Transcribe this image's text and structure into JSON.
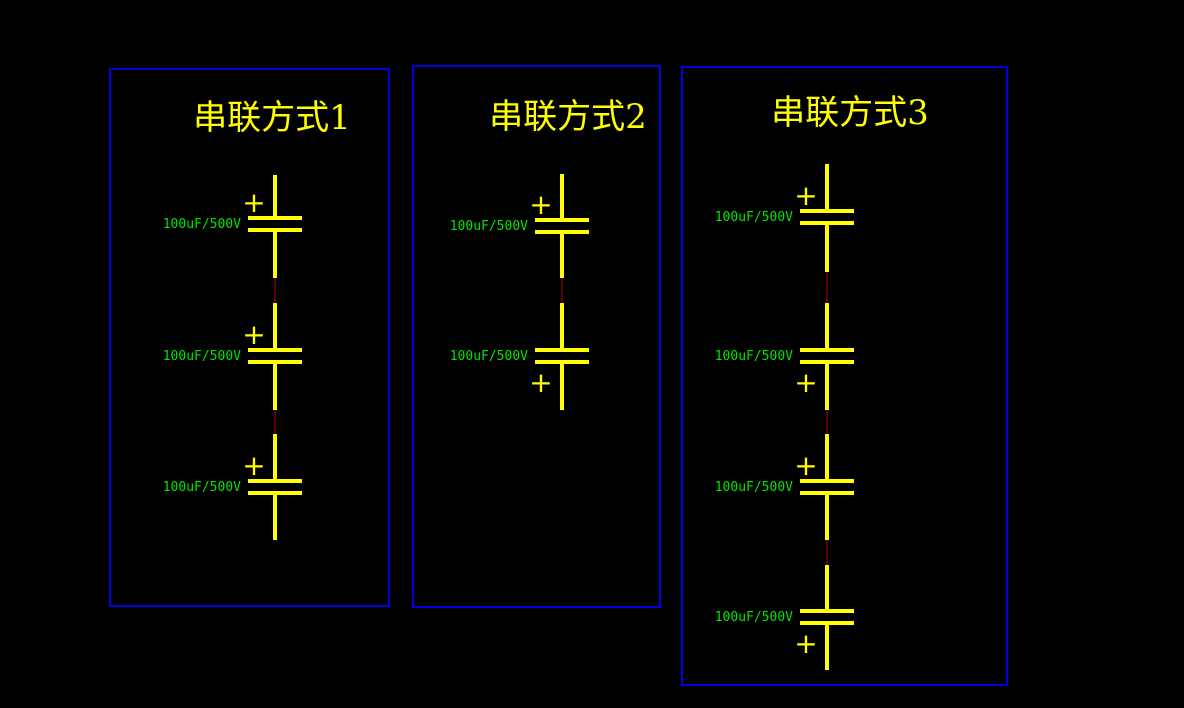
{
  "colors": {
    "background": "#000000",
    "panel_border": "#0000e6",
    "title": "#ffff00",
    "component": "#ffff00",
    "label": "#00e600",
    "wire": "#b40000"
  },
  "panels": [
    {
      "title": "串联方式1",
      "capacitors": [
        {
          "label": "100uF/500V",
          "plus": "+",
          "polarity": "top"
        },
        {
          "label": "100uF/500V",
          "plus": "+",
          "polarity": "top"
        },
        {
          "label": "100uF/500V",
          "plus": "+",
          "polarity": "top"
        }
      ]
    },
    {
      "title": "串联方式2",
      "capacitors": [
        {
          "label": "100uF/500V",
          "plus": "+",
          "polarity": "top"
        },
        {
          "label": "100uF/500V",
          "plus": "+",
          "polarity": "bottom"
        }
      ]
    },
    {
      "title": "串联方式3",
      "capacitors": [
        {
          "label": "100uF/500V",
          "plus": "+",
          "polarity": "top"
        },
        {
          "label": "100uF/500V",
          "plus": "+",
          "polarity": "bottom"
        },
        {
          "label": "100uF/500V",
          "plus": "+",
          "polarity": "top"
        },
        {
          "label": "100uF/500V",
          "plus": "+",
          "polarity": "bottom"
        }
      ]
    }
  ]
}
